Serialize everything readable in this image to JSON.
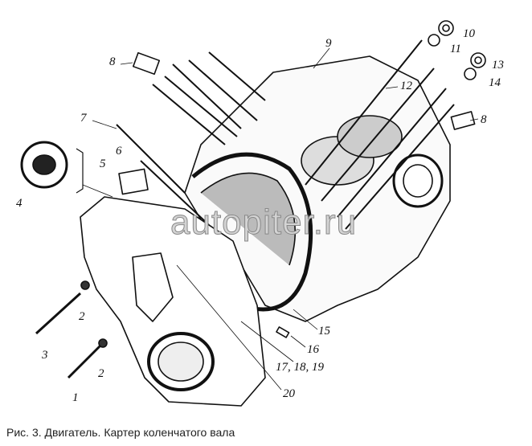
{
  "figure": {
    "caption": "Рис. 3. Двигатель. Картер коленчатого вала",
    "watermark": "autopiter.ru",
    "callouts": [
      "1",
      "2",
      "2",
      "3",
      "4",
      "5",
      "6",
      "7",
      "8",
      "8",
      "9",
      "10",
      "11",
      "12",
      "13",
      "14",
      "15",
      "16",
      "17, 18, 19",
      "20"
    ]
  }
}
